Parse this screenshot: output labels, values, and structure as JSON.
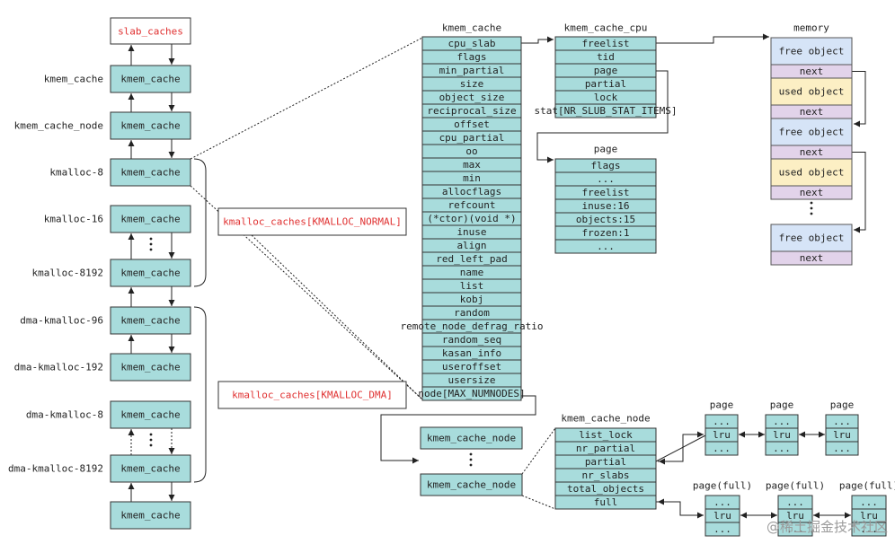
{
  "left": {
    "top_box": "slab_caches",
    "rows": [
      {
        "label": "kmem_cache",
        "box": "kmem_cache"
      },
      {
        "label": "kmem_cache_node",
        "box": "kmem_cache"
      },
      {
        "label": "kmalloc-8",
        "box": "kmem_cache"
      },
      {
        "label": "kmalloc-16",
        "box": "kmem_cache"
      },
      {
        "label": "kmalloc-8192",
        "box": "kmem_cache"
      },
      {
        "label": "dma-kmalloc-96",
        "box": "kmem_cache"
      },
      {
        "label": "dma-kmalloc-192",
        "box": "kmem_cache"
      },
      {
        "label": "dma-kmalloc-8",
        "box": "kmem_cache"
      },
      {
        "label": "dma-kmalloc-8192",
        "box": "kmem_cache"
      },
      {
        "label": "",
        "box": "kmem_cache"
      }
    ],
    "normal_label": "kmalloc_caches[KMALLOC_NORMAL]",
    "dma_label": "kmalloc_caches[KMALLOC_DMA]"
  },
  "kmem_cache": {
    "title": "kmem_cache",
    "fields": [
      "cpu_slab",
      "flags",
      "min_partial",
      "size",
      "object_size",
      "reciprocal_size",
      "offset",
      "cpu_partial",
      "oo",
      "max",
      "min",
      "allocflags",
      "refcount",
      "(*ctor)(void *)",
      "inuse",
      "align",
      "red_left_pad",
      "name",
      "list",
      "kobj",
      "random",
      "remote_node_defrag_ratio",
      "random_seq",
      "kasan_info",
      "useroffset",
      "usersize",
      "node[MAX_NUMNODES]"
    ]
  },
  "kmem_cache_cpu": {
    "title": "kmem_cache_cpu",
    "fields": [
      "freelist",
      "tid",
      "page",
      "partial",
      "lock",
      "stat[NR_SLUB_STAT_ITEMS]"
    ]
  },
  "page": {
    "title": "page",
    "fields": [
      "flags",
      "...",
      "freelist",
      "inuse:16",
      "objects:15",
      "frozen:1",
      "..."
    ]
  },
  "memory": {
    "title": "memory",
    "blocks": [
      {
        "text": "free object",
        "kind": "free"
      },
      {
        "text": "next",
        "kind": "next"
      },
      {
        "text": "used object",
        "kind": "used"
      },
      {
        "text": "next",
        "kind": "next"
      },
      {
        "text": "free object",
        "kind": "free"
      },
      {
        "text": "next",
        "kind": "next"
      },
      {
        "text": "used object",
        "kind": "used"
      },
      {
        "text": "next",
        "kind": "next"
      },
      {
        "text": "free object",
        "kind": "free"
      },
      {
        "text": "next",
        "kind": "next"
      }
    ],
    "colors": {
      "free": "#d6e4f7",
      "used": "#fcefc4",
      "next": "#e2d3ea"
    }
  },
  "node_boxes": [
    "kmem_cache_node",
    "kmem_cache_node"
  ],
  "kmem_cache_node": {
    "title": "kmem_cache_node",
    "fields": [
      "list_lock",
      "nr_partial",
      "partial",
      "nr_slabs",
      "total_objects",
      "full"
    ]
  },
  "partial_pages": {
    "title": "page",
    "cells": [
      "...",
      "lru",
      "..."
    ]
  },
  "full_pages": {
    "title": "page(full)",
    "cells": [
      "...",
      "lru",
      "..."
    ]
  },
  "watermark": "@稀土掘金技术社区"
}
